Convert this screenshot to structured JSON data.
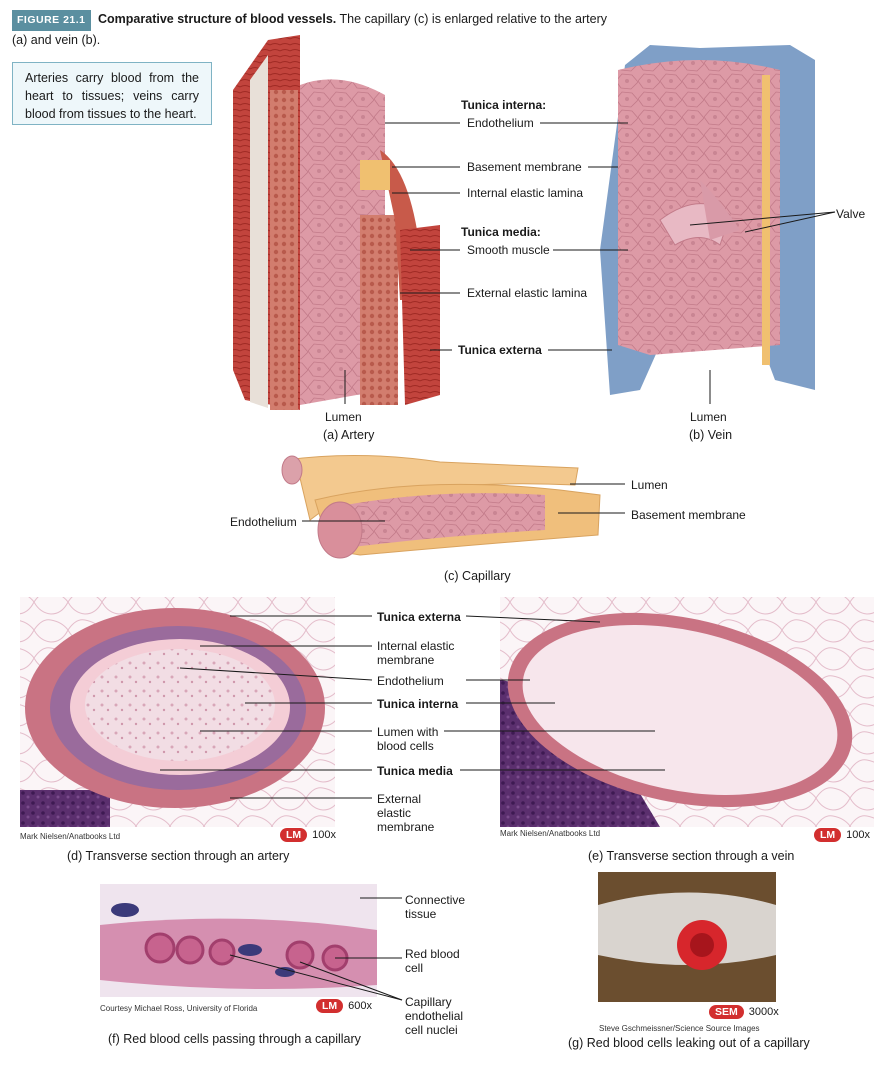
{
  "figure": {
    "number": "FIGURE 21.1",
    "title": "Comparative structure of blood vessels.",
    "description": "The capillary (c) is enlarged relative to the artery (a) and vein (b)."
  },
  "note": "Arteries carry blood from the heart to tissues; veins carry blood from tissues to the heart.",
  "labels": {
    "tunica_interna": "Tunica interna:",
    "endothelium": "Endothelium",
    "basement_membrane": "Basement membrane",
    "internal_elastic_lamina": "Internal elastic lamina",
    "tunica_media": "Tunica media:",
    "smooth_muscle": "Smooth muscle",
    "external_elastic_lamina": "External elastic lamina",
    "tunica_externa": "Tunica externa",
    "valve": "Valve",
    "lumen_artery": "Lumen",
    "lumen_vein": "Lumen",
    "cap_lumen": "Lumen",
    "cap_basement_membrane": "Basement membrane",
    "cap_endothelium": "Endothelium"
  },
  "captions": {
    "a": "(a) Artery",
    "b": "(b) Vein",
    "c": "(c) Capillary",
    "d": "(d) Transverse section through an artery",
    "e": "(e) Transverse section through a vein",
    "f": "(f) Red blood cells passing through a capillary",
    "g": "(g) Red blood cells leaking out of a capillary"
  },
  "micro_labels": {
    "tunica_externa": "Tunica externa",
    "internal_elastic_membrane": "Internal elastic membrane",
    "endothelium": "Endothelium",
    "tunica_interna": "Tunica interna",
    "lumen_with_blood_cells": "Lumen with blood cells",
    "tunica_media": "Tunica media",
    "external_elastic_membrane": "External elastic membrane",
    "connective_tissue": "Connective tissue",
    "red_blood_cell": "Red blood cell",
    "capillary_endothelial_nuclei": "Capillary endothelial cell nuclei"
  },
  "credits": {
    "d": "Mark Nielsen/Anatbooks Ltd",
    "e": "Mark Nielsen/Anatbooks Ltd",
    "f": "Courtesy Michael Ross, University of Florida",
    "g": "Steve Gschmeissner/Science Source Images"
  },
  "magnification": {
    "d": {
      "type": "LM",
      "value": "100x"
    },
    "e": {
      "type": "LM",
      "value": "100x"
    },
    "f": {
      "type": "LM",
      "value": "600x"
    },
    "g": {
      "type": "SEM",
      "value": "3000x"
    }
  },
  "colors": {
    "badge_red": "#d22f2f",
    "figure_badge": "#5b8fa0",
    "note_border": "#7fb3c4"
  }
}
